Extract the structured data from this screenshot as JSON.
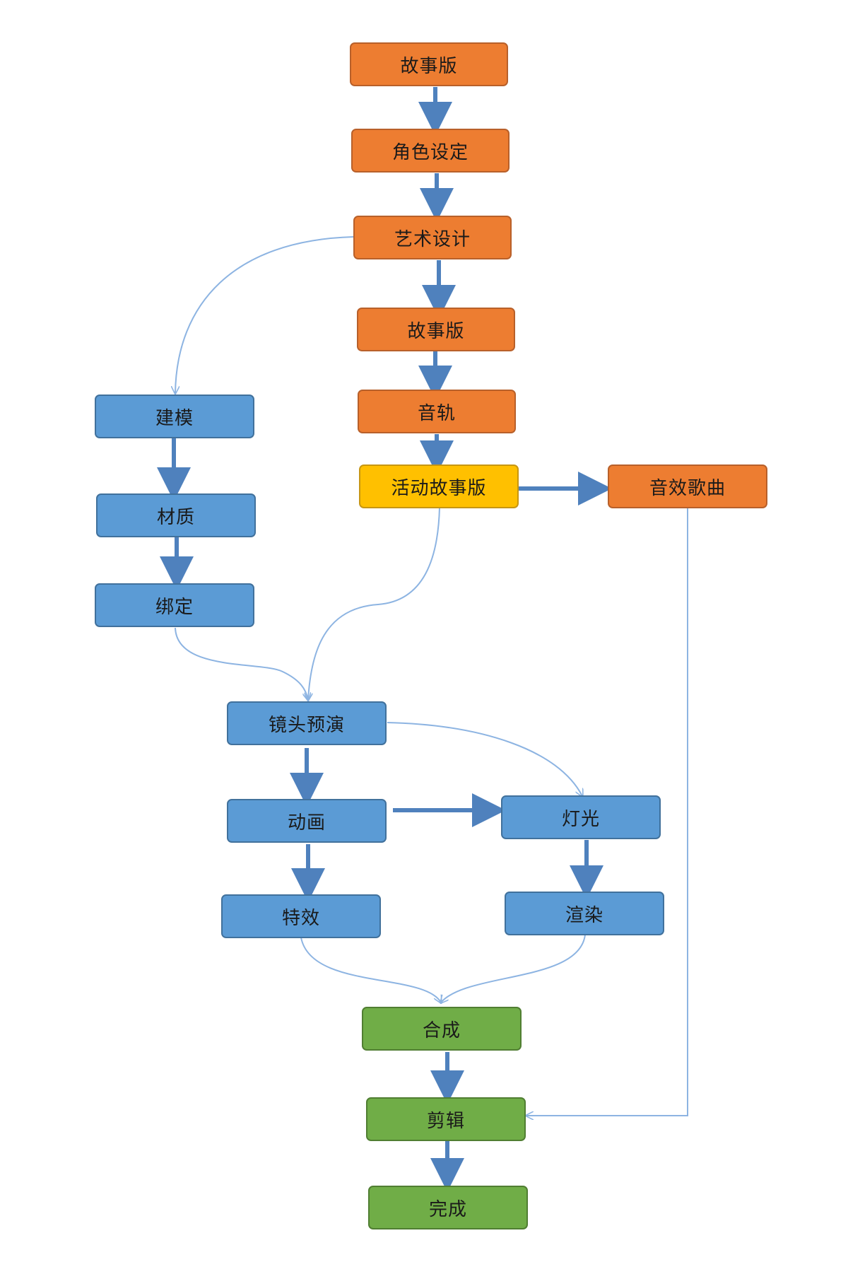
{
  "colors": {
    "pre_production": "#ed7d31",
    "active_storyboard": "#ffc000",
    "production": "#5b9bd5",
    "post_production": "#70ad47",
    "thick_arrow": "#4f81bd",
    "thin_arrow": "#8db4e2"
  },
  "nodes": {
    "storyboard_1": "故事版",
    "character_design": "角色设定",
    "art_design": "艺术设计",
    "storyboard_2": "故事版",
    "audio_track": "音轨",
    "active_storyboard": "活动故事版",
    "sound_music": "音效歌曲",
    "modeling": "建模",
    "material": "材质",
    "rigging": "绑定",
    "previs": "镜头预演",
    "animation": "动画",
    "lighting": "灯光",
    "effects": "特效",
    "rendering": "渲染",
    "compositing": "合成",
    "editing": "剪辑",
    "done": "完成"
  }
}
